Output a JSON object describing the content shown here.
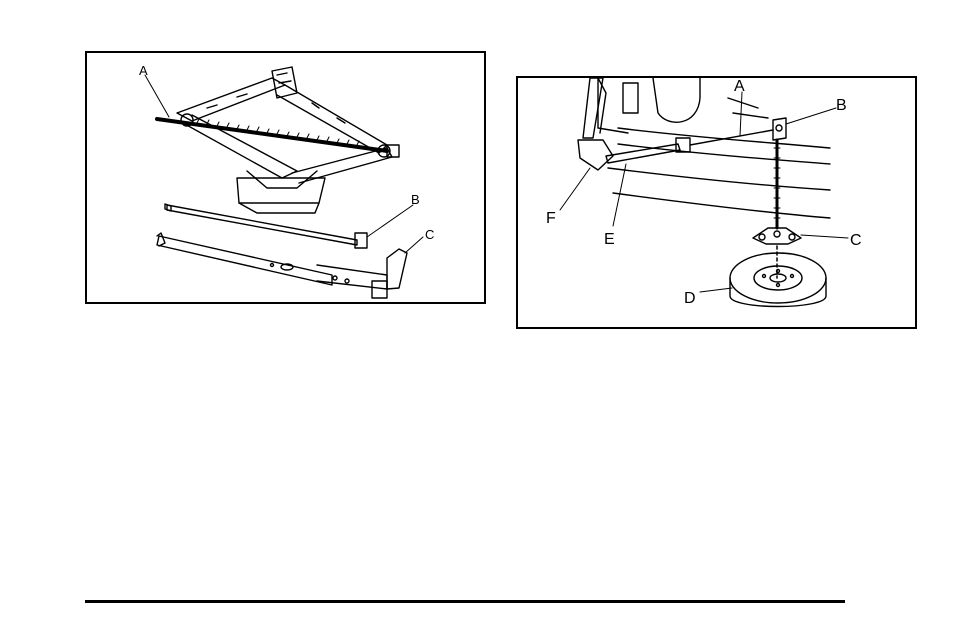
{
  "figures": {
    "left": {
      "callouts": [
        "A",
        "B",
        "C"
      ]
    },
    "right": {
      "callouts": [
        "A",
        "B",
        "C",
        "D",
        "E",
        "F"
      ]
    }
  },
  "colors": {
    "ink": "#000000",
    "paper": "#ffffff"
  }
}
